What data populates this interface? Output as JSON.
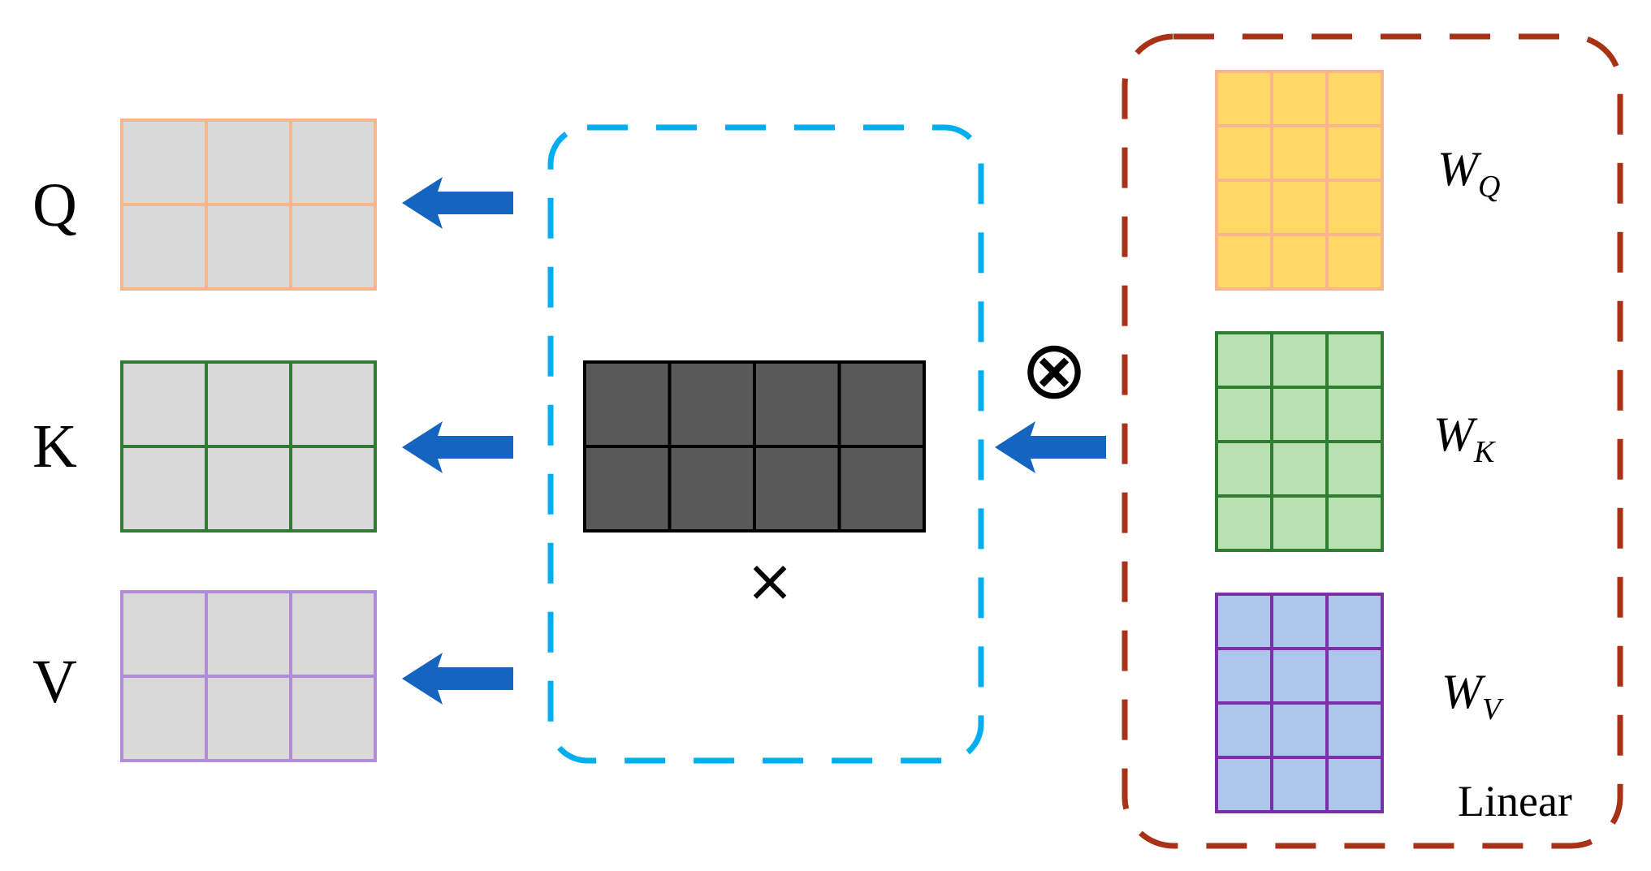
{
  "outputs": [
    {
      "label": "Q",
      "border": "#F8B58E",
      "fill": "#D9D9D9"
    },
    {
      "label": "K",
      "border": "#2E7D32",
      "fill": "#D9D9D9"
    },
    {
      "label": "V",
      "border": "#B08CD9",
      "fill": "#D9D9D9"
    }
  ],
  "input": {
    "fill": "#595959",
    "border": "#000000",
    "multiply_symbol": "×",
    "box_border": "#00AEEF"
  },
  "operator_symbol": "⊗",
  "arrow_color": "#1565C0",
  "linear": {
    "label": "Linear",
    "box_border": "#A93216",
    "weights": [
      {
        "base": "W",
        "sub": "Q",
        "fill": "#FFD866",
        "border": "#F8B58E"
      },
      {
        "base": "W",
        "sub": "K",
        "fill": "#B9E0B0",
        "border": "#2E7D32"
      },
      {
        "base": "W",
        "sub": "V",
        "fill": "#AEC6EA",
        "border": "#7B2FA8"
      }
    ]
  }
}
